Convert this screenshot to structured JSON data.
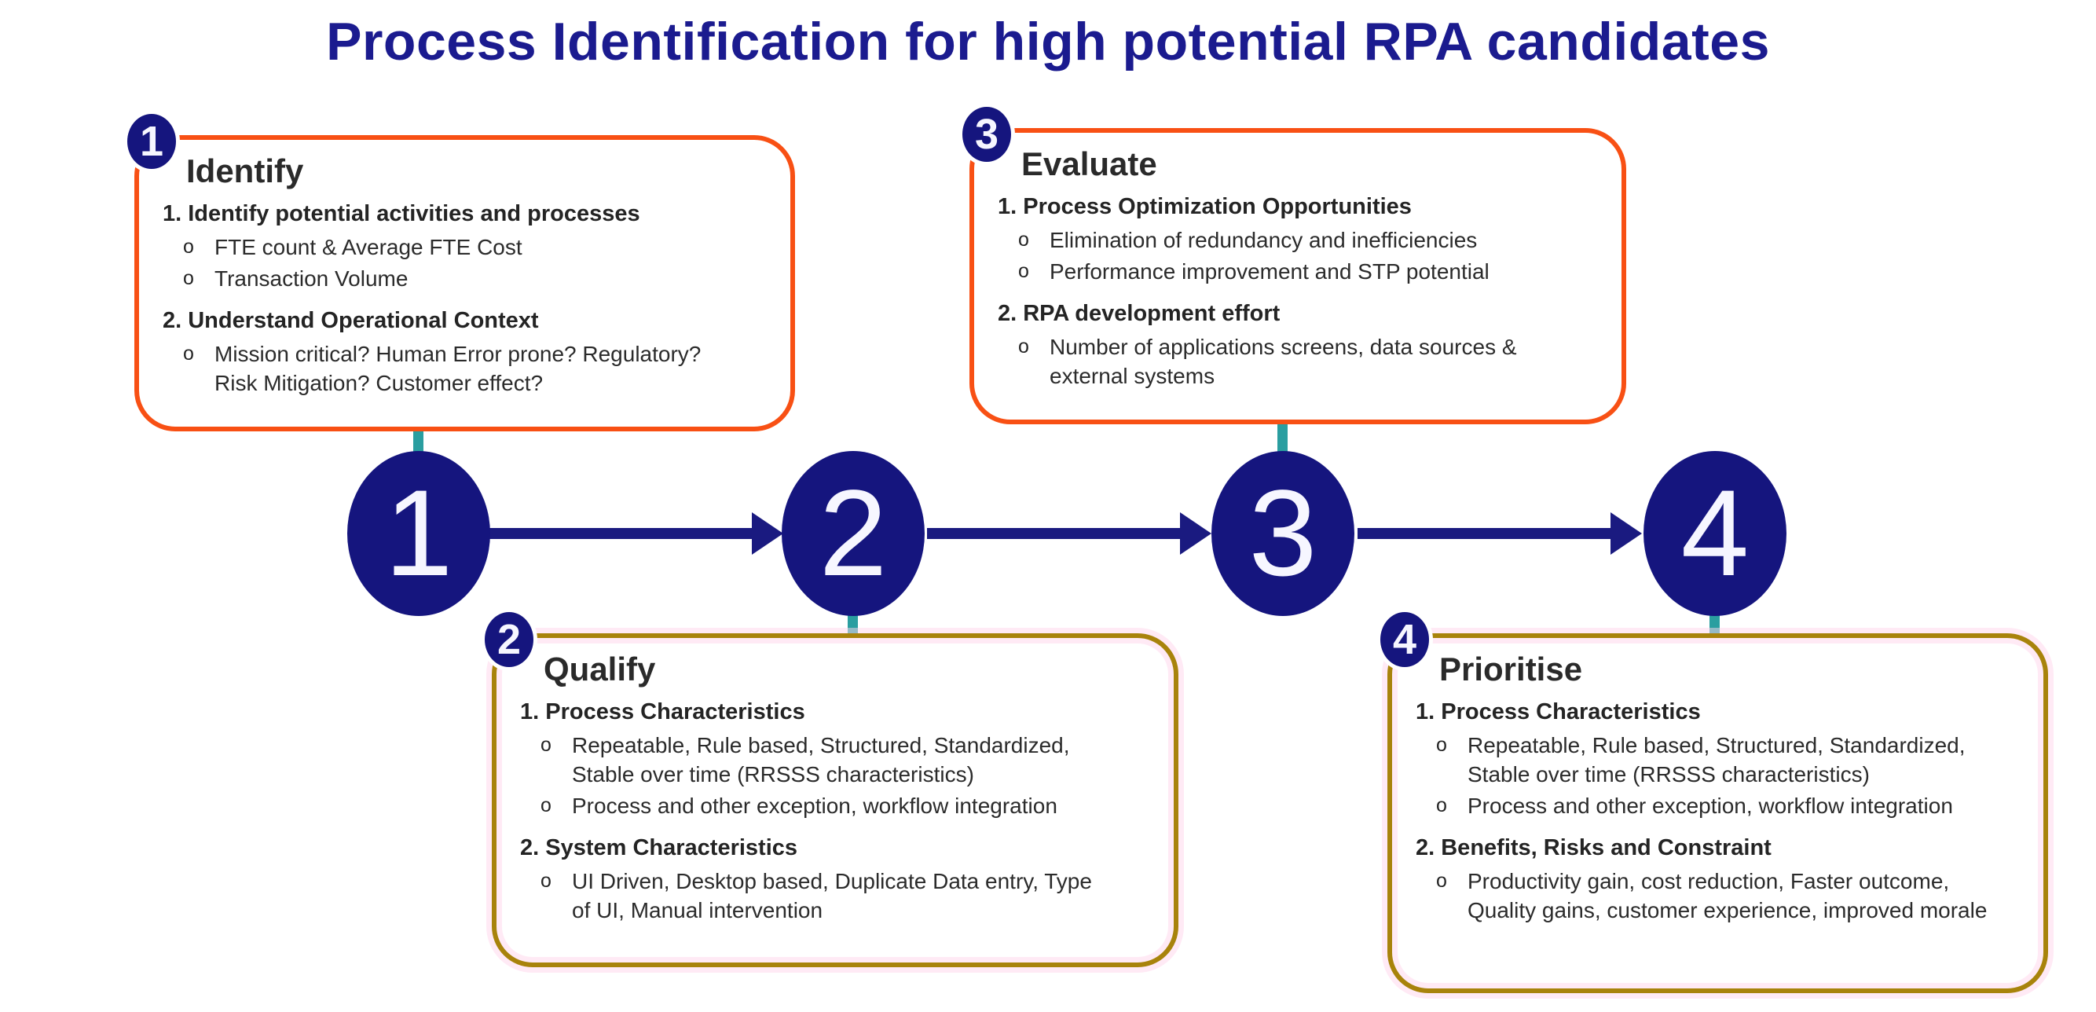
{
  "title": "Process Identification for high potential RPA candidates",
  "colors": {
    "navy": "#15157E",
    "title-navy": "#1B1B8F",
    "orange": "#F85014",
    "gold": "#A8830B",
    "teal": "#2A9EA0",
    "ink": "#2B2B2B",
    "pink": "#FFD6EC80"
  },
  "timeline": {
    "nodes": [
      "1",
      "2",
      "3",
      "4"
    ]
  },
  "steps": [
    {
      "badge": "1",
      "name": "Identify",
      "border_color": "#F85014",
      "sections": [
        {
          "heading": "1. Identify potential activities and processes",
          "bullets": [
            "FTE count & Average FTE Cost",
            "Transaction Volume"
          ]
        },
        {
          "heading": "2. Understand Operational Context",
          "bullets": [
            "Mission critical? Human Error prone? Regulatory? Risk Mitigation? Customer effect?"
          ]
        }
      ]
    },
    {
      "badge": "2",
      "name": "Qualify",
      "border_color": "#A8830B",
      "sections": [
        {
          "heading": "1. Process Characteristics",
          "bullets": [
            "Repeatable, Rule based, Structured, Standardized, Stable over time (RRSSS characteristics)",
            "Process and other exception, workflow integration"
          ]
        },
        {
          "heading": "2. System Characteristics",
          "bullets": [
            "UI Driven, Desktop based, Duplicate Data entry, Type of UI, Manual intervention"
          ]
        }
      ]
    },
    {
      "badge": "3",
      "name": "Evaluate",
      "border_color": "#F85014",
      "sections": [
        {
          "heading": "1. Process Optimization Opportunities",
          "bullets": [
            "Elimination of redundancy and inefficiencies",
            "Performance improvement and STP potential"
          ]
        },
        {
          "heading": "2. RPA development effort",
          "bullets": [
            "Number of applications screens, data sources & external systems"
          ]
        }
      ]
    },
    {
      "badge": "4",
      "name": "Prioritise",
      "border_color": "#A8830B",
      "sections": [
        {
          "heading": "1. Process Characteristics",
          "bullets": [
            "Repeatable, Rule based, Structured, Standardized, Stable over time (RRSSS characteristics)",
            "Process and other exception, workflow integration"
          ]
        },
        {
          "heading": "2. Benefits, Risks and Constraint",
          "bullets": [
            "Productivity gain, cost reduction, Faster outcome, Quality gains, customer experience, improved morale"
          ]
        }
      ]
    }
  ]
}
